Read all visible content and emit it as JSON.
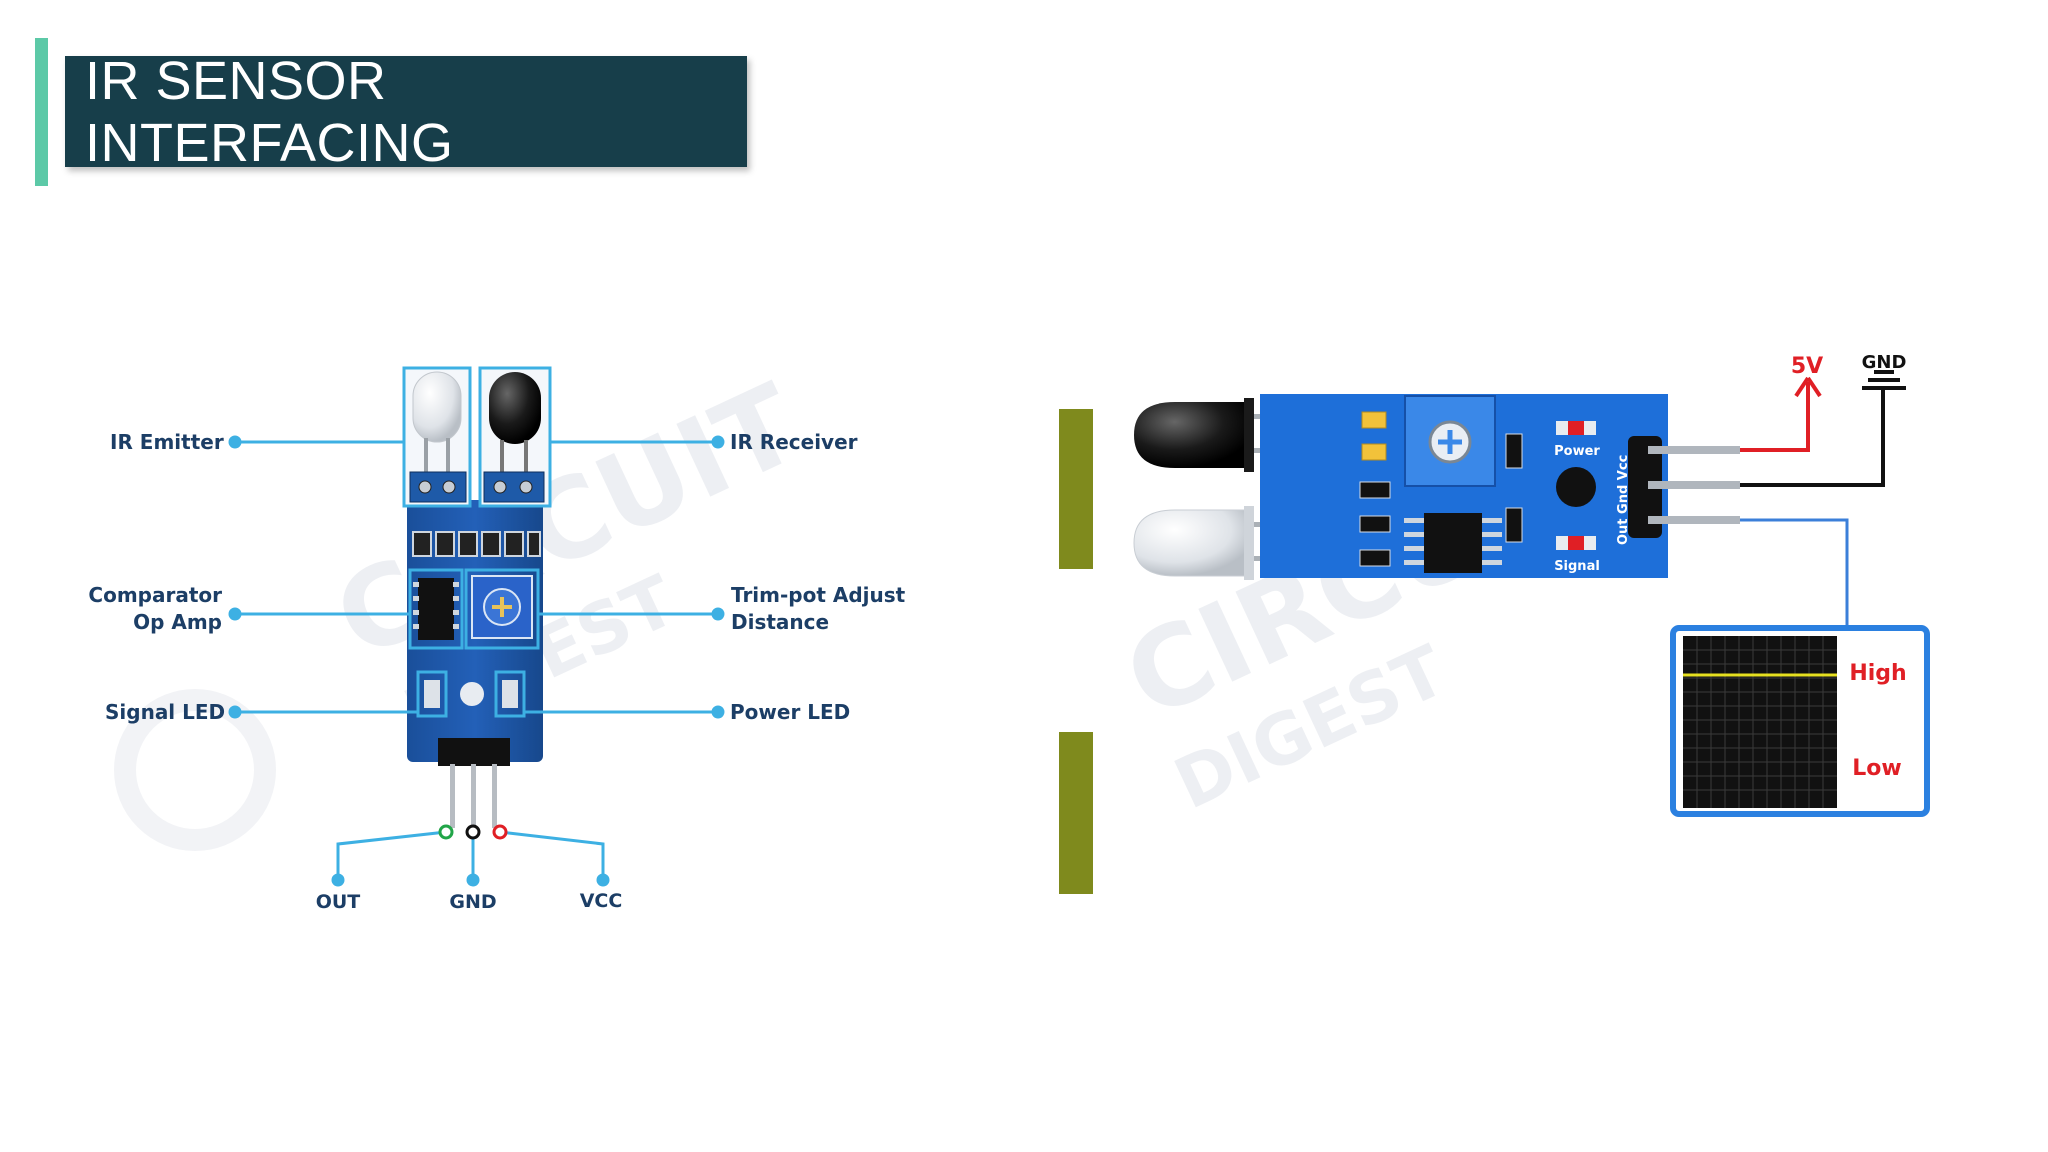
{
  "title": "IR SENSOR INTERFACING",
  "left_labels": {
    "ir_emitter": "IR Emitter",
    "ir_receiver": "IR Receiver",
    "comparator_line1": "Comparator",
    "comparator_line2": "Op Amp",
    "trimpot_line1": "Trim-pot Adjust",
    "trimpot_line2": "Distance",
    "signal_led": "Signal LED",
    "power_led": "Power LED",
    "pin_out": "OUT",
    "pin_gnd": "GND",
    "pin_vcc": "VCC"
  },
  "right_labels": {
    "supply_5v": "5V",
    "gnd": "GND",
    "board_power": "Power",
    "board_signal": "Signal",
    "board_pins": "Out Gnd Vcc",
    "scope_high": "High",
    "scope_low": "Low"
  },
  "colors": {
    "title_bg": "#173e4a",
    "accent": "#5cc9a7",
    "pcb_blue": "#1e6fd9",
    "callout": "#3db0e3",
    "wire_red": "#e01f25",
    "wire_blue": "#3b7fd9",
    "obstacle": "#7f8a1d",
    "scope_signal": "#e6e020"
  }
}
